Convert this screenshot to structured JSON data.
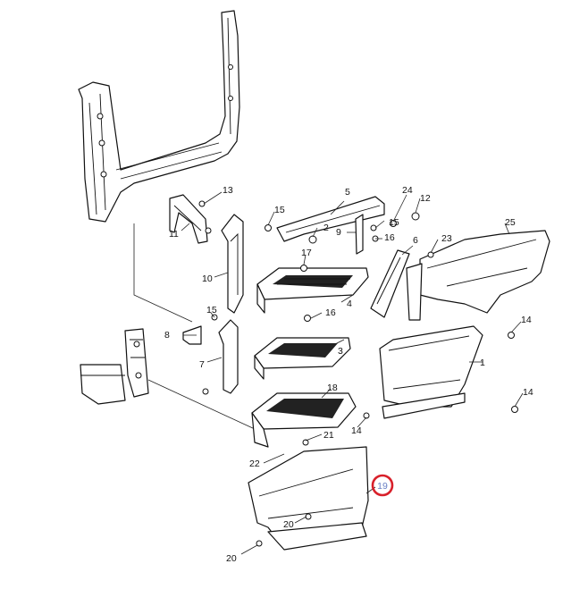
{
  "diagram": {
    "highlight_color": "#d8202a",
    "highlight_text_color": "#6a7fc4",
    "highlighted_callout": "19",
    "callouts": {
      "c1": "1",
      "c2": "2",
      "c3": "3",
      "c4": "4",
      "c5": "5",
      "c6": "6",
      "c7": "7",
      "c8": "8",
      "c9": "9",
      "c10": "10",
      "c11": "11",
      "c12": "12",
      "c13": "13",
      "c14a": "14",
      "c14b": "14",
      "c14c": "14",
      "c15a": "15",
      "c15b": "15",
      "c15c": "15",
      "c16a": "16",
      "c16b": "16",
      "c17": "17",
      "c18": "18",
      "c19": "19",
      "c20a": "20",
      "c20b": "20",
      "c21": "21",
      "c22": "22",
      "c23": "23",
      "c24": "24",
      "c25": "25"
    }
  }
}
